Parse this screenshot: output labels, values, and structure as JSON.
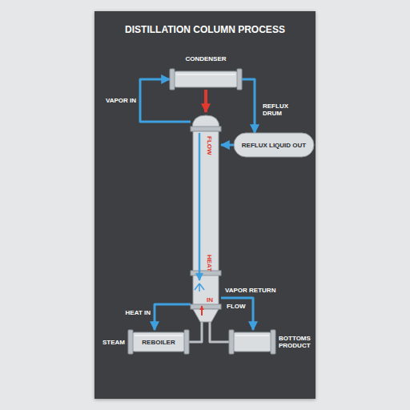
{
  "diagram": {
    "title": "DISTILLATION COLUMN PROCESS",
    "nodes": [
      {
        "text": [
          "CONDENSER"
        ]
      },
      {
        "text": [
          "FLOW",
          "HEAT",
          "IN"
        ]
      },
      {
        "text": [
          "REFLUX DRUM",
          "REFLUX LIQUID OUT"
        ]
      },
      {
        "text": [
          "REBOILER"
        ]
      },
      {
        "text": [
          "BOTTOMS PRODUCT"
        ]
      }
    ],
    "edges": [
      {
        "from": 1,
        "to": 0,
        "label": "VAPOR IN",
        "arrow": "to"
      },
      {
        "from": 0,
        "to": 1,
        "arrow": "to"
      },
      {
        "from": 0,
        "to": 2,
        "arrow": "to"
      },
      {
        "from": 2,
        "to": 1,
        "arrow": "to"
      },
      {
        "from": 1,
        "to": 3,
        "label": "HEAT IN",
        "arrow": "to"
      },
      {
        "from": 3,
        "to": 1,
        "arrow": "none"
      },
      {
        "from": 1,
        "to": 4,
        "label": "VAPOR RETURN",
        "arrow": "to"
      },
      {
        "from": 1,
        "to": 4,
        "arrow": "none"
      }
    ],
    "labels": [
      "FLOW",
      "STEAM"
    ]
  }
}
